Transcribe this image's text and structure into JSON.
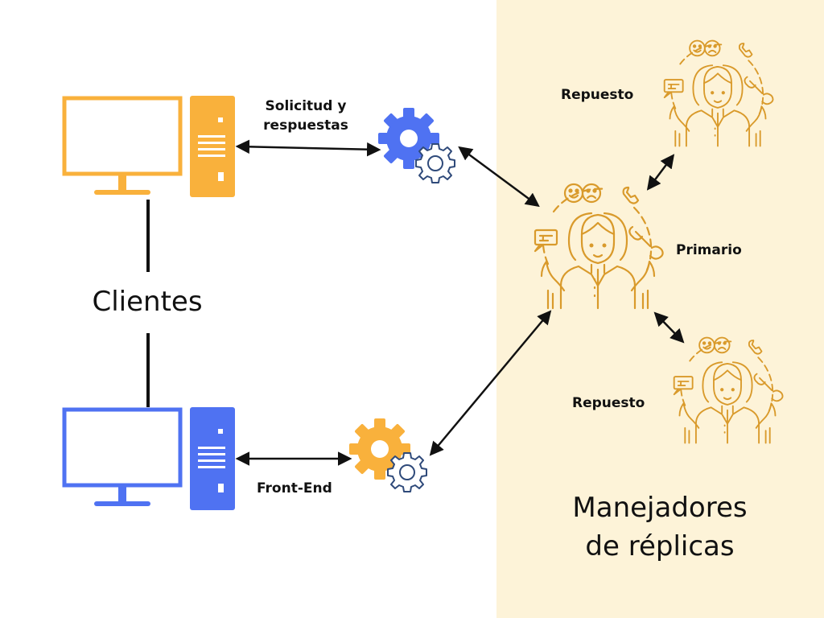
{
  "colors": {
    "panel": "#fdf3d8",
    "orange": "#f9b13c",
    "blue": "#4f72f2",
    "gold": "#d99a2b",
    "navy": "#2f4a7a",
    "ink": "#111111"
  },
  "clients": {
    "title": "Clientes",
    "client_top": {
      "monitor_icon": "monitor-icon",
      "tower_icon": "server-tower-icon",
      "color": "orange"
    },
    "client_bottom": {
      "monitor_icon": "monitor-icon",
      "tower_icon": "server-tower-icon",
      "color": "blue"
    }
  },
  "connections": {
    "top_label_line1": "Solicitud y",
    "top_label_line2": "respuestas",
    "bottom_label": "Front-End"
  },
  "gears": {
    "top": {
      "icon": "gears-icon",
      "color": "blue"
    },
    "bottom": {
      "icon": "gears-icon",
      "color": "orange"
    }
  },
  "replica_managers": {
    "title_line1": "Manejadores",
    "title_line2": "de réplicas",
    "top_label": "Repuesto",
    "primary_label": "Primario",
    "bottom_label": "Repuesto",
    "icon": "support-agent-icon"
  }
}
